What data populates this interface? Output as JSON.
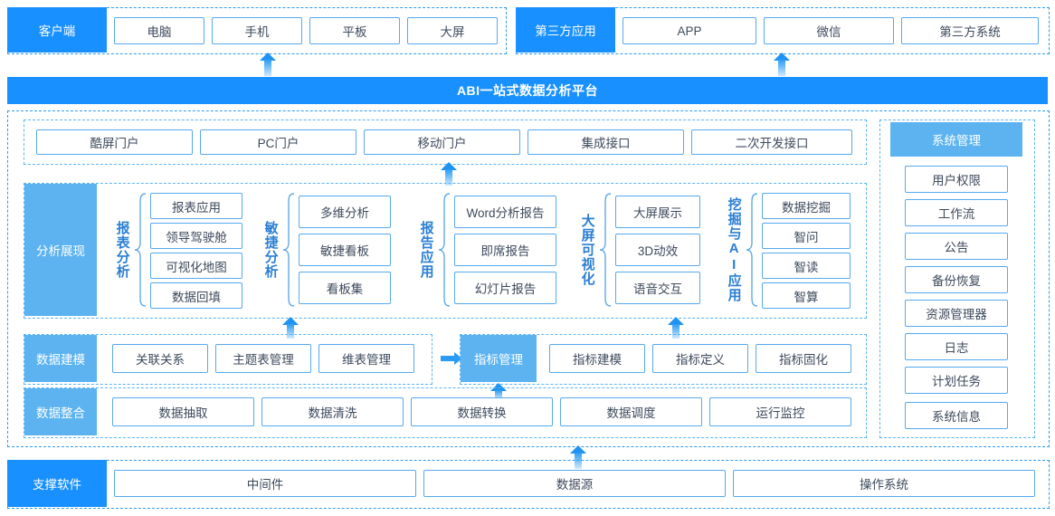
{
  "title": "ABI一站式数据分析平台",
  "colors": {
    "primary": "#1890ff",
    "light_primary": "#5cb3f0",
    "box_border": "#56a9ee",
    "dashed": "#2e9bf0",
    "label_text": "#2b7fd4"
  },
  "top": {
    "client": {
      "label": "客户端",
      "items": [
        "电脑",
        "手机",
        "平板",
        "大屏"
      ]
    },
    "third_party": {
      "label": "第三方应用",
      "items": [
        "APP",
        "微信",
        "第三方系统"
      ]
    }
  },
  "portals": [
    "酷屏门户",
    "PC门户",
    "移动门户",
    "集成接口",
    "二次开发接口"
  ],
  "analysis": {
    "label": "分析展现",
    "groups": [
      {
        "vlabel": "报表分析",
        "items": [
          "报表应用",
          "领导驾驶舱",
          "可视化地图",
          "数据回填"
        ]
      },
      {
        "vlabel": "敏捷分析",
        "items": [
          "多维分析",
          "敏捷看板",
          "看板集"
        ]
      },
      {
        "vlabel": "报告应用",
        "items": [
          "Word分析报告",
          "即席报告",
          "幻灯片报告"
        ]
      },
      {
        "vlabel": "大屏可视化",
        "items": [
          "大屏展示",
          "3D动效",
          "语音交互"
        ]
      },
      {
        "vlabel": "挖掘与AI应用",
        "items": [
          "数据挖掘",
          "智问",
          "智读",
          "智算"
        ]
      }
    ]
  },
  "modeling": {
    "label": "数据建模",
    "left_items": [
      "关联关系",
      "主题表管理",
      "维表管理"
    ],
    "highlight": "指标管理",
    "right_items": [
      "指标建模",
      "指标定义",
      "指标固化"
    ]
  },
  "integration": {
    "label": "数据整合",
    "items": [
      "数据抽取",
      "数据清洗",
      "数据转换",
      "数据调度",
      "运行监控"
    ]
  },
  "system": {
    "label": "系统管理",
    "items": [
      "用户权限",
      "工作流",
      "公告",
      "备份恢复",
      "资源管理器",
      "日志",
      "计划任务",
      "系统信息"
    ]
  },
  "support": {
    "label": "支撑软件",
    "items": [
      "中间件",
      "数据源",
      "操作系统"
    ]
  }
}
